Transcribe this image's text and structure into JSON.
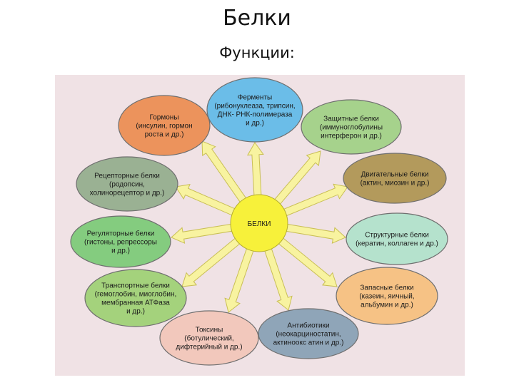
{
  "header": {
    "title": "Белки",
    "subtitle": "Функции:"
  },
  "diagram": {
    "center": {
      "label": "БЕЛКИ",
      "color": "#f7f13a"
    },
    "arrow_color": "#f8f3a0",
    "arrow_stroke": "#c9bf55",
    "nodes": [
      {
        "id": "fermenty",
        "color": "#6bbde8",
        "lines": [
          "Ферменты",
          "(рибонуклеаза, трипсин,",
          "ДНК- РНК-полимераза",
          "и др.)"
        ]
      },
      {
        "id": "zashchitnye",
        "color": "#a6d28c",
        "lines": [
          "Защитные белки",
          "(иммуноглобулины",
          "интерферон и др.)"
        ]
      },
      {
        "id": "dvigatelnye",
        "color": "#b39a5c",
        "lines": [
          "Двигательные белки",
          "(актин, миозин и др.)"
        ]
      },
      {
        "id": "strukturnye",
        "color": "#b5e2cd",
        "lines": [
          "Структурные белки",
          "(кератин, коллаген и др.)"
        ]
      },
      {
        "id": "zapasnye",
        "color": "#f6c285",
        "lines": [
          "Запасные белки",
          "(казеин, яичный,",
          "альбумин и др.)"
        ]
      },
      {
        "id": "antibiotiki",
        "color": "#8fa5b8",
        "lines": [
          "Антибиотики",
          "(неокарциностатин,",
          "актиноокс атин и др.)"
        ]
      },
      {
        "id": "toksiny",
        "color": "#f2c8bc",
        "lines": [
          "Токсины",
          "(ботулический,",
          "дифтерийный и др.)"
        ]
      },
      {
        "id": "transportnye",
        "color": "#a4d27c",
        "lines": [
          "Транспортные белки",
          "(гемоглобин, миоглобин,",
          "мембранная АТФаза",
          "и др.)"
        ]
      },
      {
        "id": "regulyatornye",
        "color": "#84cc7f",
        "lines": [
          "Регуляторные белки",
          "(гистоны, репрессоры",
          "и др.)"
        ]
      },
      {
        "id": "retseptornye",
        "color": "#9ab193",
        "lines": [
          "Рецепторные белки",
          "(родопсин,",
          "холинорецептор и др.)"
        ]
      },
      {
        "id": "gormony",
        "color": "#ec935c",
        "lines": [
          "Гормоны",
          "(инсулин, гормон",
          "роста и др.)"
        ]
      }
    ]
  }
}
